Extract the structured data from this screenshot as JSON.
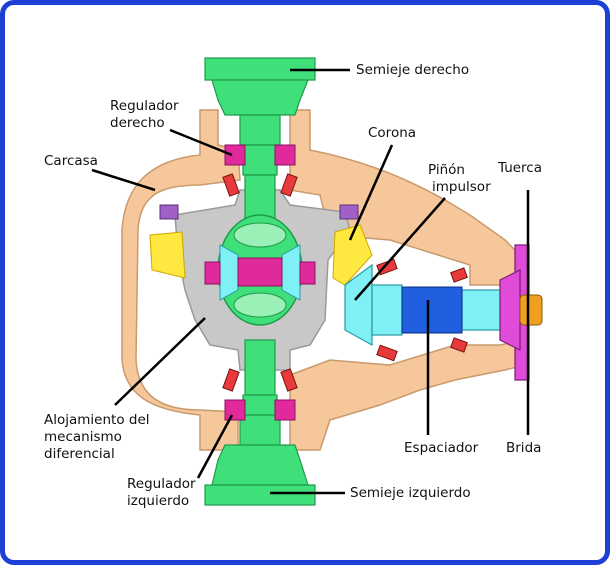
{
  "labels": {
    "semieje_derecho": "Semieje derecho",
    "regulador_derecho_1": "Regulador",
    "regulador_derecho_2": "derecho",
    "carcasa": "Carcasa",
    "corona": "Corona",
    "pinon_1": "Piñón",
    "pinon_2": "impulsor",
    "tuerca": "Tuerca",
    "alojamiento_1": "Alojamiento del",
    "alojamiento_2": "mecanismo",
    "alojamiento_3": "diferencial",
    "espaciador": "Espaciador",
    "brida": "Brida",
    "regulador_izquierdo_1": "Regulador",
    "regulador_izquierdo_2": "izquierdo",
    "semieje_izquierdo": "Semieje izquierdo"
  },
  "colors": {
    "frame": "#1d3fd8",
    "housing": "#f6c79a",
    "carrier": "#c8c8c8",
    "axle": "#3fe07a",
    "ring_gear": "#ffe940",
    "pinion": "#7ff0f5",
    "spacer": "#1f5fe0",
    "flange": "#e04bd8",
    "regulator": "#e02a9b",
    "bearing": "#e83a3a",
    "nut": "#f0a020",
    "leader": "#000000"
  }
}
